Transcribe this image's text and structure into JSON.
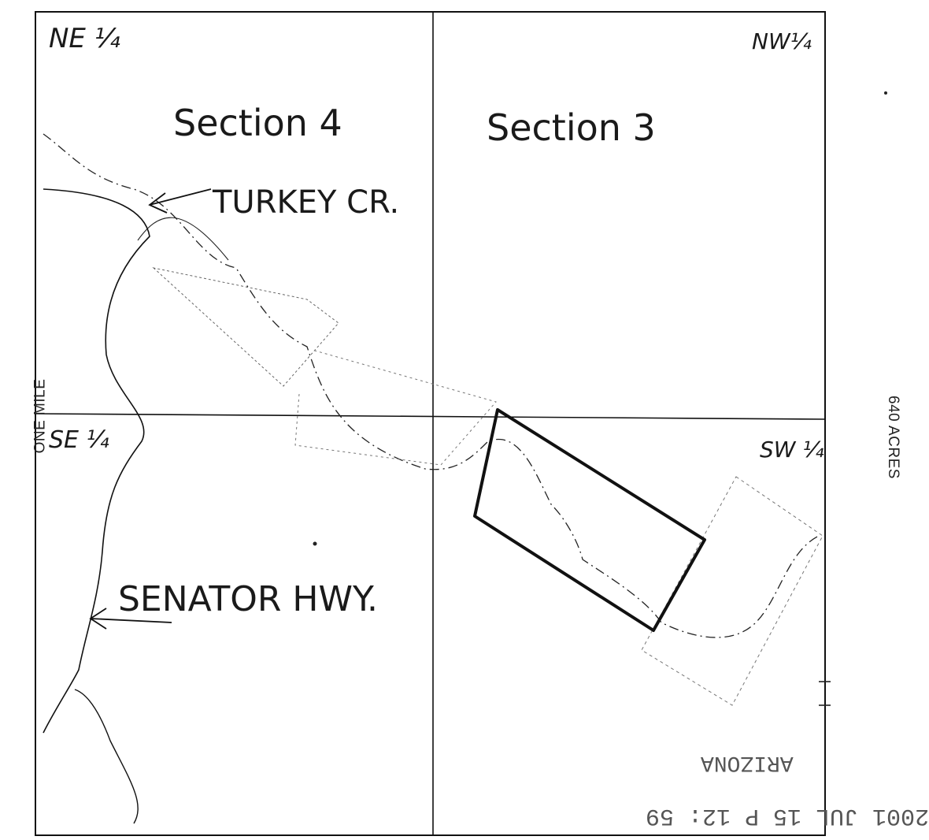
{
  "map": {
    "quarter_labels": {
      "ne": "NE ¼",
      "nw": "NW¼",
      "se": "SE ¼",
      "sw": "SW ¼"
    },
    "section_labels": {
      "left": "Section 4",
      "right": "Section 3"
    },
    "feature_labels": {
      "creek": "TURKEY CR.",
      "highway": "SENATOR HWY."
    },
    "side_labels": {
      "left": "ONE MILE",
      "right": "640 ACRES"
    },
    "stamp_lines": {
      "county": "ARIZONA",
      "date": "2001 JUL 15 P 12: 59"
    }
  }
}
